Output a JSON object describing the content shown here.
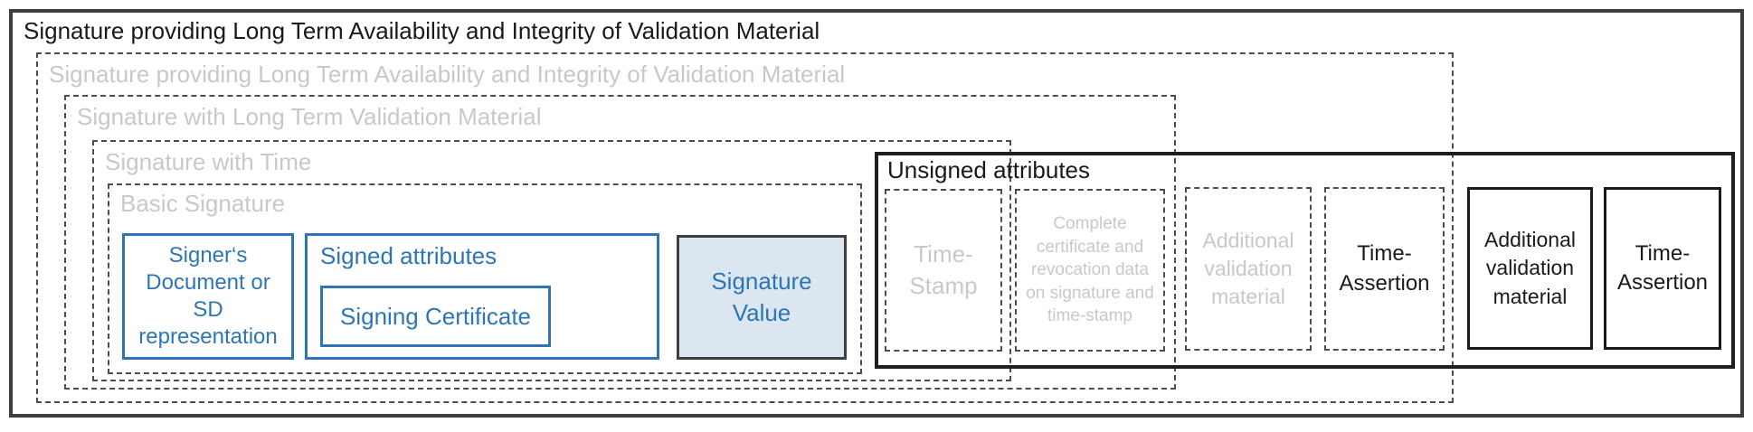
{
  "diagram_title": "AdES signature classes nesting diagram",
  "boxes": {
    "lta_solid": {
      "label": "Signature providing Long Term Availability and Integrity of Validation Material",
      "style": "solid-black-frame"
    },
    "lta_dashed": {
      "label": "Signature providing Long Term Availability and Integrity of Validation Material",
      "style": "dashed-ghost-frame"
    },
    "ltv": {
      "label": "Signature with Long Term Validation Material",
      "style": "dashed-ghost-frame"
    },
    "with_time": {
      "label": "Signature with Time",
      "style": "dashed-ghost-frame"
    },
    "basic": {
      "label": "Basic Signature",
      "style": "dashed-ghost-frame"
    },
    "signers_document": {
      "label": "Signer‘s\nDocument or\nSD\nrepresentation",
      "style": "blue-box"
    },
    "signed_attributes": {
      "label": "Signed attributes",
      "style": "blue-box"
    },
    "signing_certificate": {
      "label": "Signing Certificate",
      "style": "blue-box"
    },
    "signature_value": {
      "label": "Signature\nValue",
      "style": "filled-blue-box-dark-border"
    },
    "unsigned_attributes": {
      "label": "Unsigned attributes",
      "style": "solid-black-frame"
    },
    "time_stamp": {
      "label": "Time-\nStamp",
      "style": "dashed-ghost-box"
    },
    "complete_cert_revocation": {
      "label": "Complete\ncertificate and\nrevocation data\non signature and\ntime-stamp",
      "style": "dashed-ghost-box"
    },
    "additional_validation_ghost": {
      "label": "Additional\nvalidation\nmaterial",
      "style": "dashed-ghost-box"
    },
    "time_assertion_dashed": {
      "label": "Time-\nAssertion",
      "style": "dashed-box-black-text"
    },
    "additional_validation_solid": {
      "label": "Additional\nvalidation\nmaterial",
      "style": "solid-black-box"
    },
    "time_assertion_solid": {
      "label": "Time-\nAssertion",
      "style": "solid-black-box"
    }
  },
  "colors": {
    "accent_blue": "#2e75b6",
    "signature_value_fill": "#dce6f1",
    "dark_border": "#3f3f3f",
    "dashed_border": "#4d4d4d",
    "ghost_text": "#c7c9c7",
    "black_text": "#1a1a1a",
    "background": "#ffffff"
  }
}
